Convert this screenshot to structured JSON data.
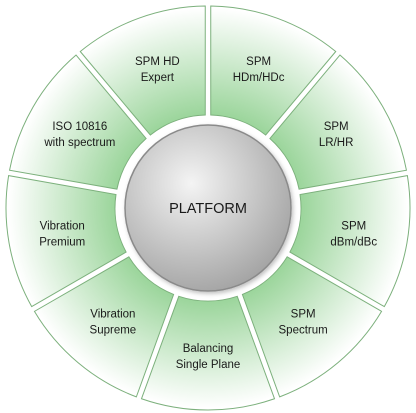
{
  "hub": {
    "label": "PLATFORM"
  },
  "segments": [
    {
      "lines": [
        "SPM",
        "HDm/HDc"
      ]
    },
    {
      "lines": [
        "SPM",
        "LR/HR"
      ]
    },
    {
      "lines": [
        "SPM",
        "dBm/dBc"
      ]
    },
    {
      "lines": [
        "SPM",
        "Spectrum"
      ]
    },
    {
      "lines": [
        "Balancing",
        "Single Plane"
      ]
    },
    {
      "lines": [
        "Vibration",
        "Supreme"
      ]
    },
    {
      "lines": [
        "Vibration",
        "Premium"
      ]
    },
    {
      "lines": [
        "ISO 10816",
        "with spectrum"
      ]
    },
    {
      "lines": [
        "SPM HD",
        "Expert"
      ]
    }
  ],
  "colors": {
    "segment_outer": "#ffffff",
    "segment_inner": "#8fd08f",
    "segment_stroke": "#7cb07c",
    "hub_light": "#f4f4f4",
    "hub_dark": "#9c9c9c",
    "hub_stroke": "#8a8a8a"
  }
}
